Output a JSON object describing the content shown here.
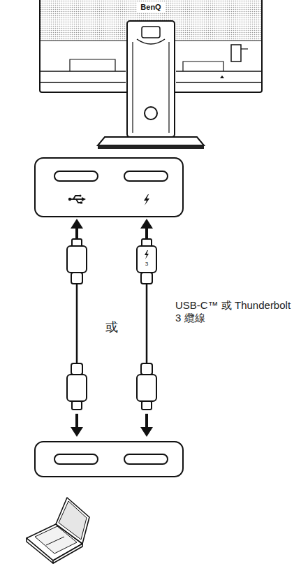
{
  "diagram": {
    "labels": [
      "BenQ",
      "3",
      "或",
      "USB-C™ 或 Thunderbolt 3 纜線"
    ]
  }
}
